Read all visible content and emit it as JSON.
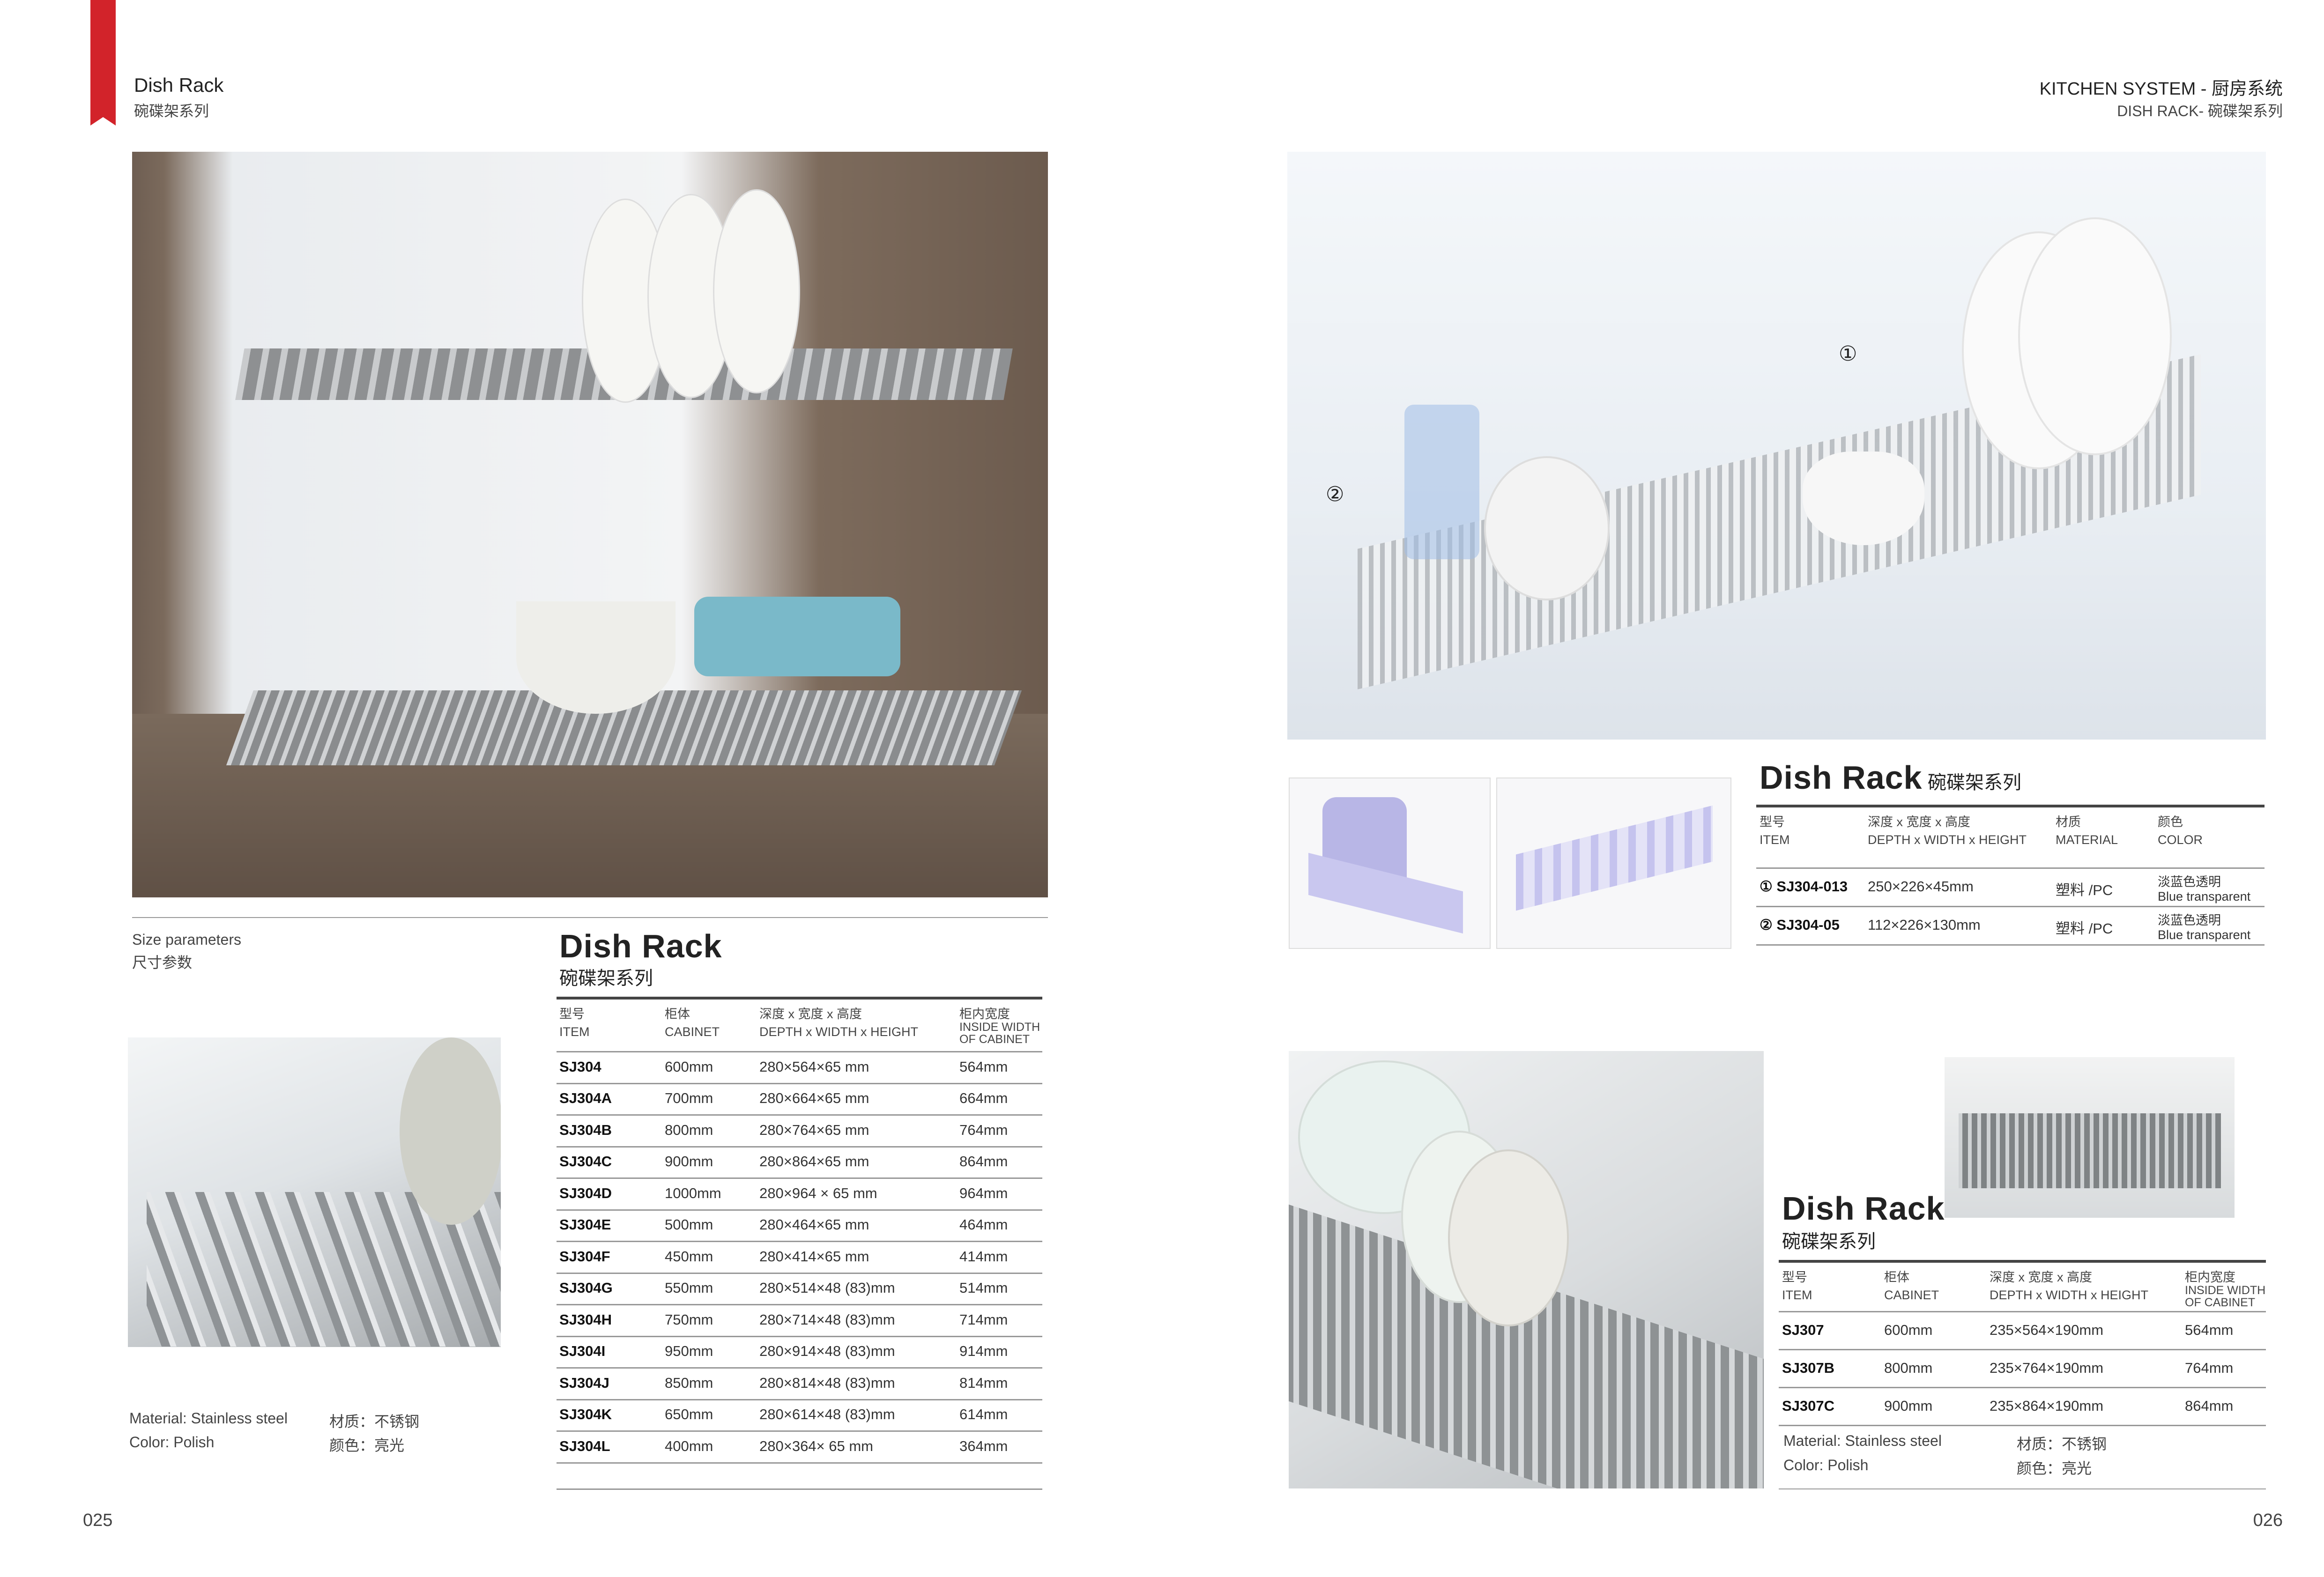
{
  "header_left": {
    "title": "Dish Rack",
    "subtitle": "碗碟架系列"
  },
  "header_right": {
    "title": "KITCHEN SYSTEM - 厨房系统",
    "subtitle": "DISH RACK- 碗碟架系列"
  },
  "left_page": {
    "size_label_en": "Size parameters",
    "size_label_cn": "尺寸参数",
    "title": "Dish Rack",
    "title_cn": "碗碟架系列",
    "headers": [
      {
        "cn": "型号",
        "en": "ITEM"
      },
      {
        "cn": "柜体",
        "en": "CABINET"
      },
      {
        "cn": "深度 x 宽度 x 高度",
        "en": "DEPTH x WIDTH x HEIGHT"
      },
      {
        "cn": "柜内宽度",
        "en": "INSIDE WIDTH OF CABINET"
      }
    ],
    "rows": [
      [
        "SJ304",
        "600mm",
        "280×564×65 mm",
        "564mm"
      ],
      [
        "SJ304A",
        "700mm",
        "280×664×65 mm",
        "664mm"
      ],
      [
        "SJ304B",
        "800mm",
        "280×764×65 mm",
        "764mm"
      ],
      [
        "SJ304C",
        "900mm",
        "280×864×65 mm",
        "864mm"
      ],
      [
        "SJ304D",
        "1000mm",
        "280×964 × 65 mm",
        "964mm"
      ],
      [
        "SJ304E",
        "500mm",
        "280×464×65 mm",
        "464mm"
      ],
      [
        "SJ304F",
        "450mm",
        "280×414×65 mm",
        "414mm"
      ],
      [
        "SJ304G",
        "550mm",
        "280×514×48 (83)mm",
        "514mm"
      ],
      [
        "SJ304H",
        "750mm",
        "280×714×48  (83)mm",
        "714mm"
      ],
      [
        "SJ304I",
        "950mm",
        "280×914×48 (83)mm",
        "914mm"
      ],
      [
        "SJ304J",
        "850mm",
        "280×814×48 (83)mm",
        "814mm"
      ],
      [
        "SJ304K",
        "650mm",
        "280×614×48 (83)mm",
        "614mm"
      ],
      [
        "SJ304L",
        "400mm",
        "280×364× 65 mm",
        "364mm"
      ]
    ],
    "material_en": "Material:  Stainless steel",
    "color_en": "Color:  Polish",
    "material_cn": "材质：不锈钢",
    "color_cn": "颜色：亮光",
    "page_number": "025"
  },
  "right_page": {
    "callout_1": "①",
    "callout_2": "②",
    "pc_title": "Dish Rack",
    "pc_title_cn": "碗碟架系列",
    "pc_headers": [
      {
        "cn": "型号",
        "en": "ITEM"
      },
      {
        "cn": "深度 x 宽度 x 高度",
        "en": "DEPTH x WIDTH x HEIGHT"
      },
      {
        "cn": "材质",
        "en": "MATERIAL"
      },
      {
        "cn": "颜色",
        "en": "COLOR"
      }
    ],
    "pc_rows": [
      [
        "① SJ304-013",
        "250×226×45mm",
        "塑料 /PC",
        "淡蓝色透明",
        "Blue transparent"
      ],
      [
        "② SJ304-05",
        "112×226×130mm",
        "塑料 /PC",
        "淡蓝色透明",
        "Blue transparent"
      ]
    ],
    "ss_title": "Dish Rack",
    "ss_title_cn": "碗碟架系列",
    "ss_headers": [
      {
        "cn": "型号",
        "en": "ITEM"
      },
      {
        "cn": "柜体",
        "en": "CABINET"
      },
      {
        "cn": "深度 x 宽度 x 高度",
        "en": "DEPTH x WIDTH x HEIGHT"
      },
      {
        "cn": "柜内宽度",
        "en": "INSIDE WIDTH OF CABINET"
      }
    ],
    "ss_rows": [
      [
        "SJ307",
        "600mm",
        "235×564×190mm",
        "564mm"
      ],
      [
        "SJ307B",
        "800mm",
        "235×764×190mm",
        "764mm"
      ],
      [
        "SJ307C",
        "900mm",
        "235×864×190mm",
        "864mm"
      ]
    ],
    "material_en": "Material:  Stainless steel",
    "color_en": "Color:  Polish",
    "material_cn": "材质：不锈钢",
    "color_cn": "颜色：亮光",
    "page_number": "026"
  },
  "colors": {
    "accent": "#d2232a",
    "text": "#222222",
    "rule": "#999999"
  }
}
